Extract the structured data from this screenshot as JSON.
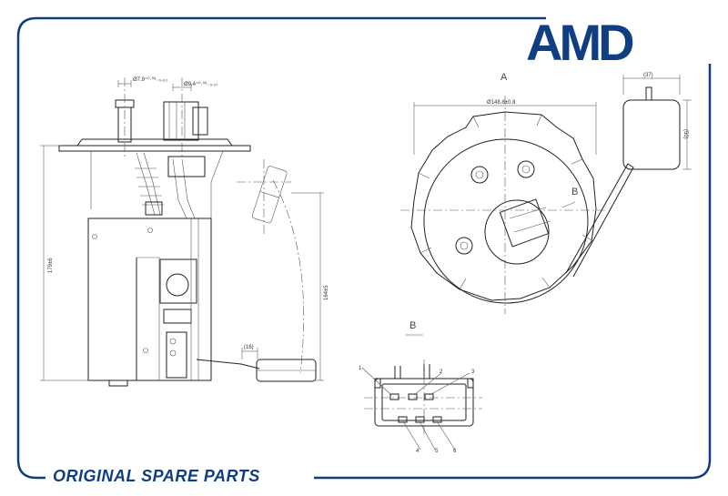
{
  "brand": {
    "logo": "AMD",
    "tagline": "ORIGINAL SPARE PARTS"
  },
  "colors": {
    "brand": "#103e82",
    "line": "#222222"
  },
  "view_labels": {
    "a": "A",
    "b": "B",
    "b_section": "B"
  },
  "dimensions": {
    "top_left": "Ø7.9⁺⁰·⁰⁸₋₀.₀₃",
    "top_right": "Ø9.4⁺⁰·⁰⁸₋₀.₀₇",
    "height": "179±6",
    "float_height": "164±5",
    "float_offset": "(16)",
    "flange_diameter": "Ø148.8±0.8",
    "sensor_width": "(37)",
    "sensor_height": "(50)"
  },
  "connector_pins": [
    "1",
    "2",
    "3",
    "4",
    "5",
    "6"
  ]
}
